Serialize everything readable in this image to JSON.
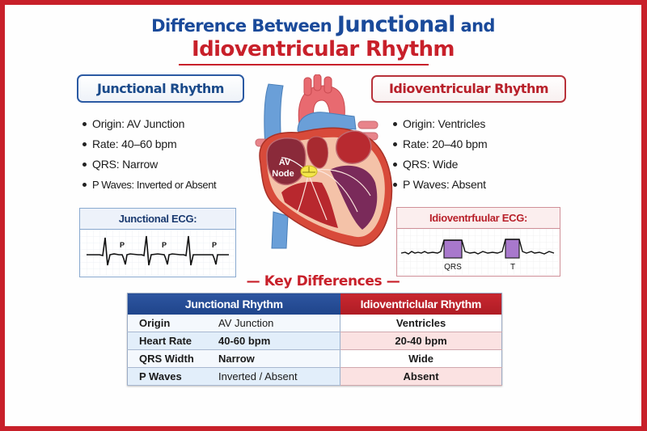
{
  "title": {
    "line1_prefix": "Difference Between ",
    "line1_emphasis": "Junctional",
    "line1_suffix": " and",
    "line2": "Idioventricular Rhythm"
  },
  "colors": {
    "border_red": "#c8202a",
    "junctional_blue": "#1a4a9a",
    "idioventricular_red": "#c8202a"
  },
  "junctional": {
    "heading": "Junctional Rhythm",
    "bullets": [
      "Origin: AV Junction",
      "Rate: 40–60 bpm",
      "QRS: Narrow",
      "P Waves: Inverted or Absent"
    ],
    "ecg": {
      "title": "Junctional ECG:",
      "labels": [
        "P",
        "P",
        "P"
      ]
    }
  },
  "idioventricular": {
    "heading": "Idioventricular Rhythm",
    "bullets": [
      "Origin: Ventricles",
      "Rate: 20–40 bpm",
      "QRS: Wide",
      "P Waves: Absent"
    ],
    "ecg": {
      "title": "Idioventrfuular ECG:",
      "labels": [
        "QRS",
        "T"
      ]
    }
  },
  "heart": {
    "label_line1": "AV",
    "label_line2": "Node"
  },
  "key_differences": {
    "title": "— Key Differences —",
    "headers": [
      "Junctional Rhythm",
      "Idioventriclular Rhythm"
    ],
    "rows": [
      {
        "label": "Origin",
        "junctional": "AV Junction",
        "idioventricular": "Ventricles"
      },
      {
        "label": "Heart Rate",
        "junctional": "40-60 bpm",
        "idioventricular": "20-40 bpm"
      },
      {
        "label": "QRS Width",
        "junctional": "Narrow",
        "idioventricular": "Wide"
      },
      {
        "label": "P Waves",
        "junctional": "Inverted / Absent",
        "idioventricular": "Absent"
      }
    ]
  }
}
